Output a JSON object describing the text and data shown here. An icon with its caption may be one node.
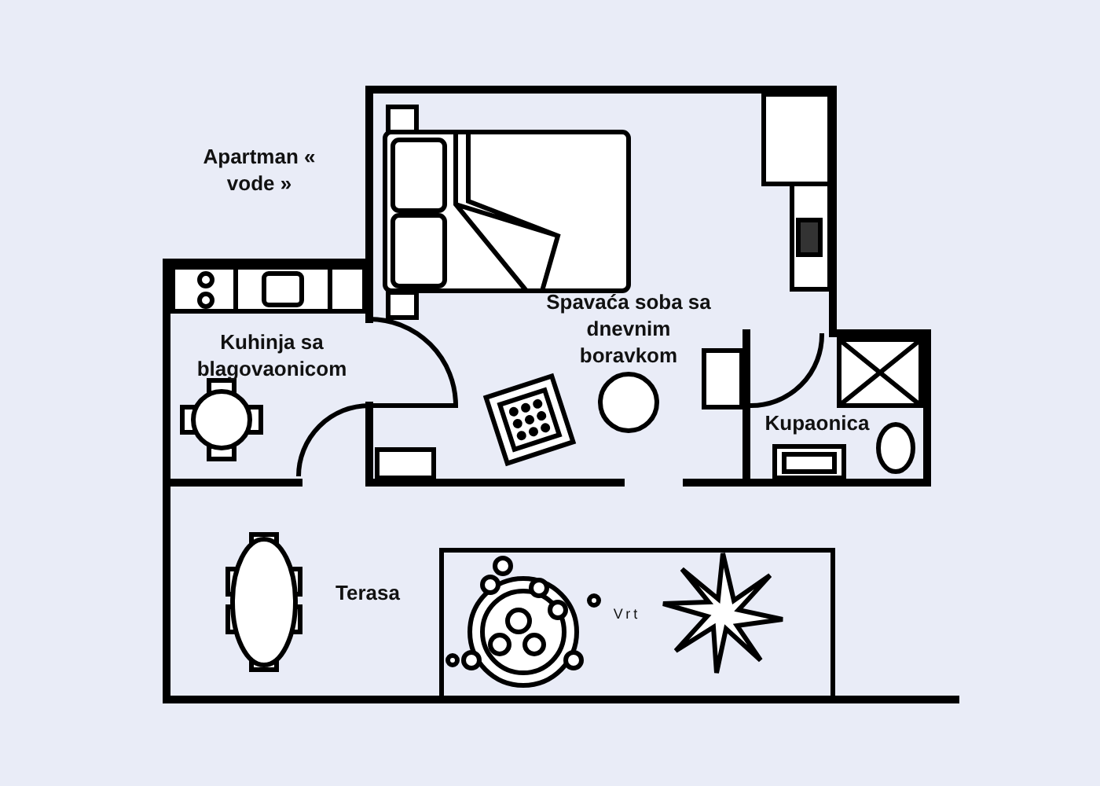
{
  "diagram": {
    "labels": [
      "Apartman « vode »",
      "Kuhinja sa blagovaonicom",
      "Spavaća soba sa dnevnim boravkom",
      "Kupaonica",
      "Terasa",
      "Vrt"
    ]
  }
}
